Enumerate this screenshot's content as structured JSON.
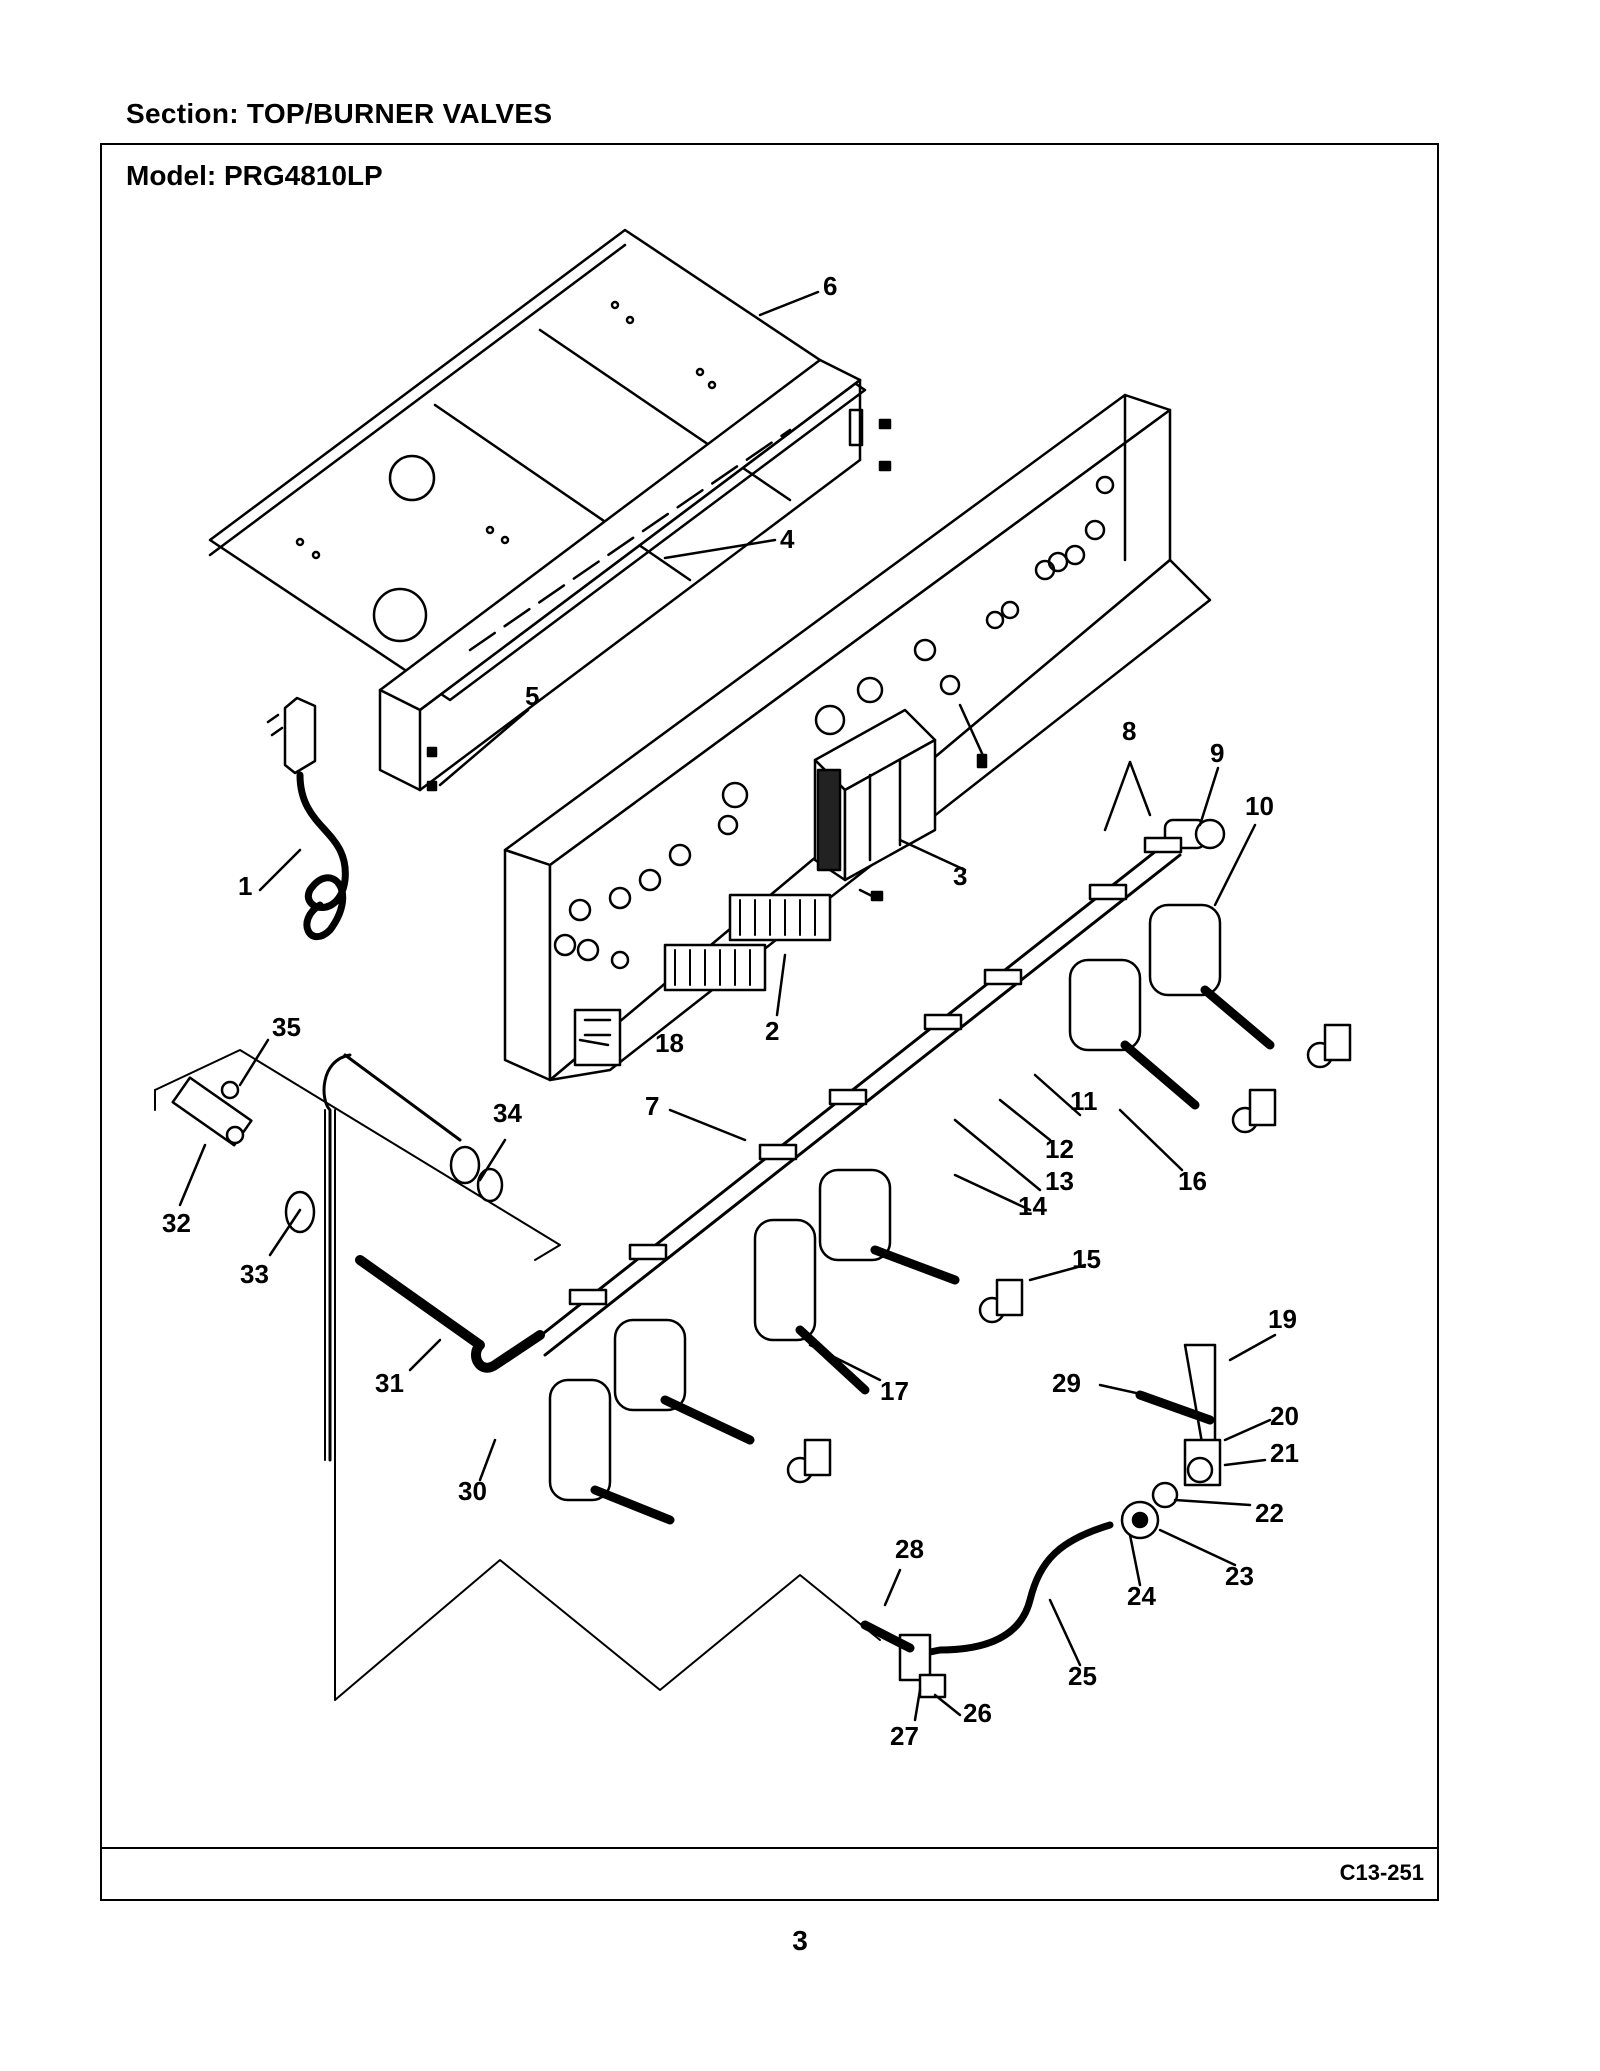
{
  "header": {
    "section_title": "Section:  TOP/BURNER VALVES",
    "model_title": "Model:  PRG4810LP"
  },
  "diagram": {
    "code": "C13-251",
    "callouts": [
      "1",
      "2",
      "3",
      "4",
      "5",
      "6",
      "7",
      "8",
      "9",
      "10",
      "11",
      "12",
      "13",
      "14",
      "15",
      "16",
      "17",
      "18",
      "19",
      "20",
      "21",
      "22",
      "23",
      "24",
      "25",
      "26",
      "27",
      "28",
      "29",
      "30",
      "31",
      "32",
      "33",
      "34",
      "35"
    ]
  },
  "footer": {
    "page_number": "3"
  }
}
